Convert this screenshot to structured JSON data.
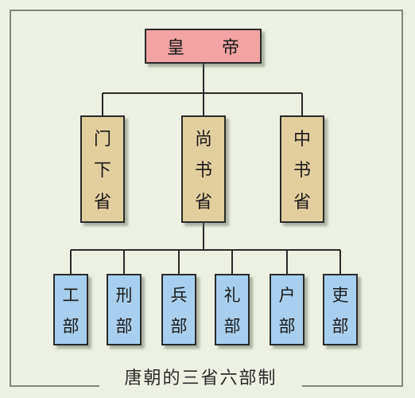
{
  "emperor": {
    "label": "皇 帝"
  },
  "three_departments": [
    {
      "chars": [
        "门",
        "下",
        "省"
      ]
    },
    {
      "chars": [
        "尚",
        "书",
        "省"
      ]
    },
    {
      "chars": [
        "中",
        "书",
        "省"
      ]
    }
  ],
  "six_ministries": [
    {
      "chars": [
        "工",
        "部"
      ]
    },
    {
      "chars": [
        "刑",
        "部"
      ]
    },
    {
      "chars": [
        "兵",
        "部"
      ]
    },
    {
      "chars": [
        "礼",
        "部"
      ]
    },
    {
      "chars": [
        "户",
        "部"
      ]
    },
    {
      "chars": [
        "吏",
        "部"
      ]
    }
  ],
  "caption": "唐朝的三省六部制",
  "colors": {
    "emperor_fill": "#f2a3a3",
    "department_fill": "#e1cf9d",
    "ministry_fill": "#a9cfee",
    "background": "#edf1e3"
  }
}
